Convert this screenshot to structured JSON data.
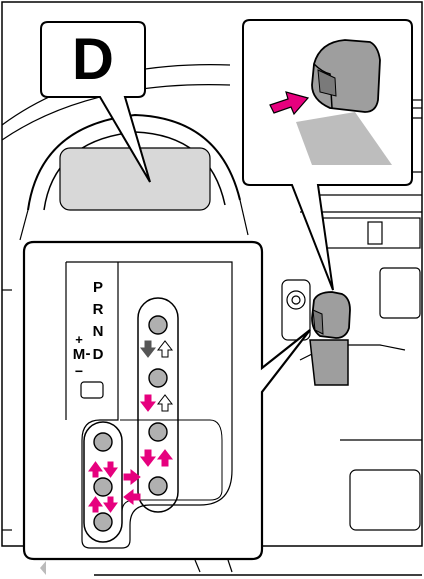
{
  "gear_display": "D",
  "gate": {
    "positions": [
      "P",
      "R",
      "N",
      "D"
    ],
    "manual_mode": "M",
    "plus": "+",
    "minus": "−",
    "dash": "-"
  },
  "colors": {
    "line": "#000000",
    "arrow_active": "#e6007e",
    "arrow_inactive": "#555555",
    "knob_fill": "#9e9e9e",
    "dash_fill": "#bdbdbd",
    "background": "#ffffff"
  },
  "icons": {
    "press_arrow": "pink-arrow",
    "shift_knob": "shift-knob"
  }
}
